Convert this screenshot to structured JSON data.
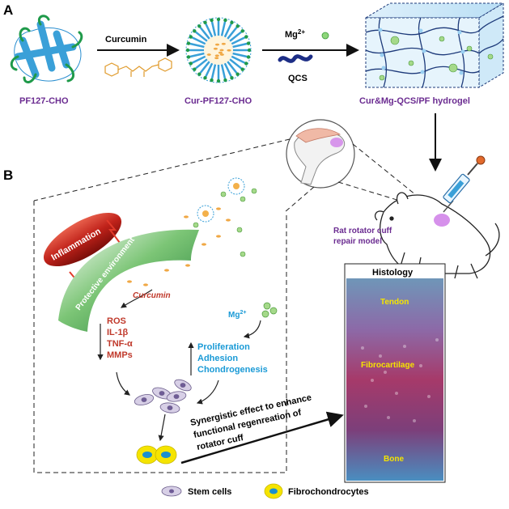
{
  "panel_a": {
    "label": "A",
    "step1_name": "PF127-CHO",
    "arrow1_label": "Curcumin",
    "step2_name": "Cur-PF127-CHO",
    "arrow2_label": "Mg",
    "arrow2_label_sup": "2+",
    "arrow2_sublabel": "QCS",
    "step3_name": "Cur&Mg-QCS/PF hydrogel"
  },
  "panel_b": {
    "label": "B",
    "rat_model_line1": "Rat rotator cuff",
    "rat_model_line2": "repair model",
    "inflammation_label": "Inflammation",
    "protective_label": "Protective environment",
    "curcumin_label": "Curcumin",
    "inflammatory_factors": [
      "ROS",
      "IL-1β",
      "TNF-α",
      "MMPs"
    ],
    "mg_label": "Mg",
    "mg_sup": "2+",
    "mg_effects": [
      "Proliferation",
      "Adhesion",
      "Chondrogenesis"
    ],
    "synergy_lines": [
      "Synergistic effect to enhance",
      "functional regenreation of",
      "rotator cuff"
    ],
    "histology_title": "Histology",
    "histology_layers": [
      "Tendon",
      "Fibrocartilage",
      "Bone"
    ]
  },
  "legend": {
    "stem_cells": "Stem cells",
    "fibrochondrocytes": "Fibrochondrocytes"
  },
  "colors": {
    "purple_text": "#6b2c91",
    "red_text": "#c0392b",
    "blue_text": "#1a9ad6",
    "yellow_text": "#f5e400",
    "polymer_blue": "#3aa0d8",
    "polymer_green": "#1f9a4a"
  }
}
